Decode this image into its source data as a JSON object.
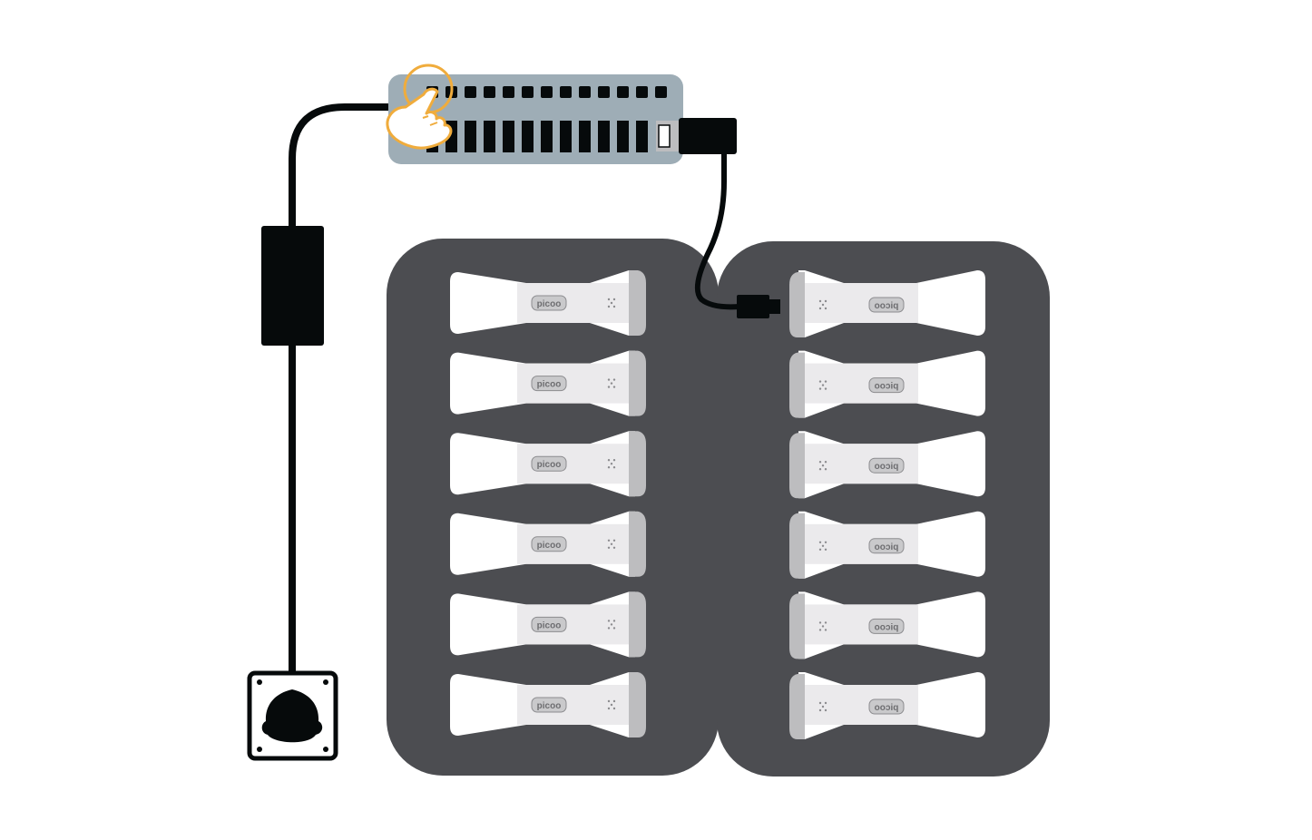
{
  "device_logo_text": "picoo",
  "hub": {
    "port_count": 13
  },
  "case": {
    "left_slot_count": 6,
    "right_slot_count": 6
  },
  "colors": {
    "cable": "#060a0b",
    "hub_body": "#9eadb6",
    "case_body": "#4c4d51",
    "device_body": "#ebeaec",
    "device_cap": "#bdbdbf",
    "highlight": "#f0ac3c",
    "outlet_frame": "#060a0b"
  },
  "icons": {
    "pointer": "pointing-hand-icon",
    "highlight": "highlight-ring-icon"
  }
}
